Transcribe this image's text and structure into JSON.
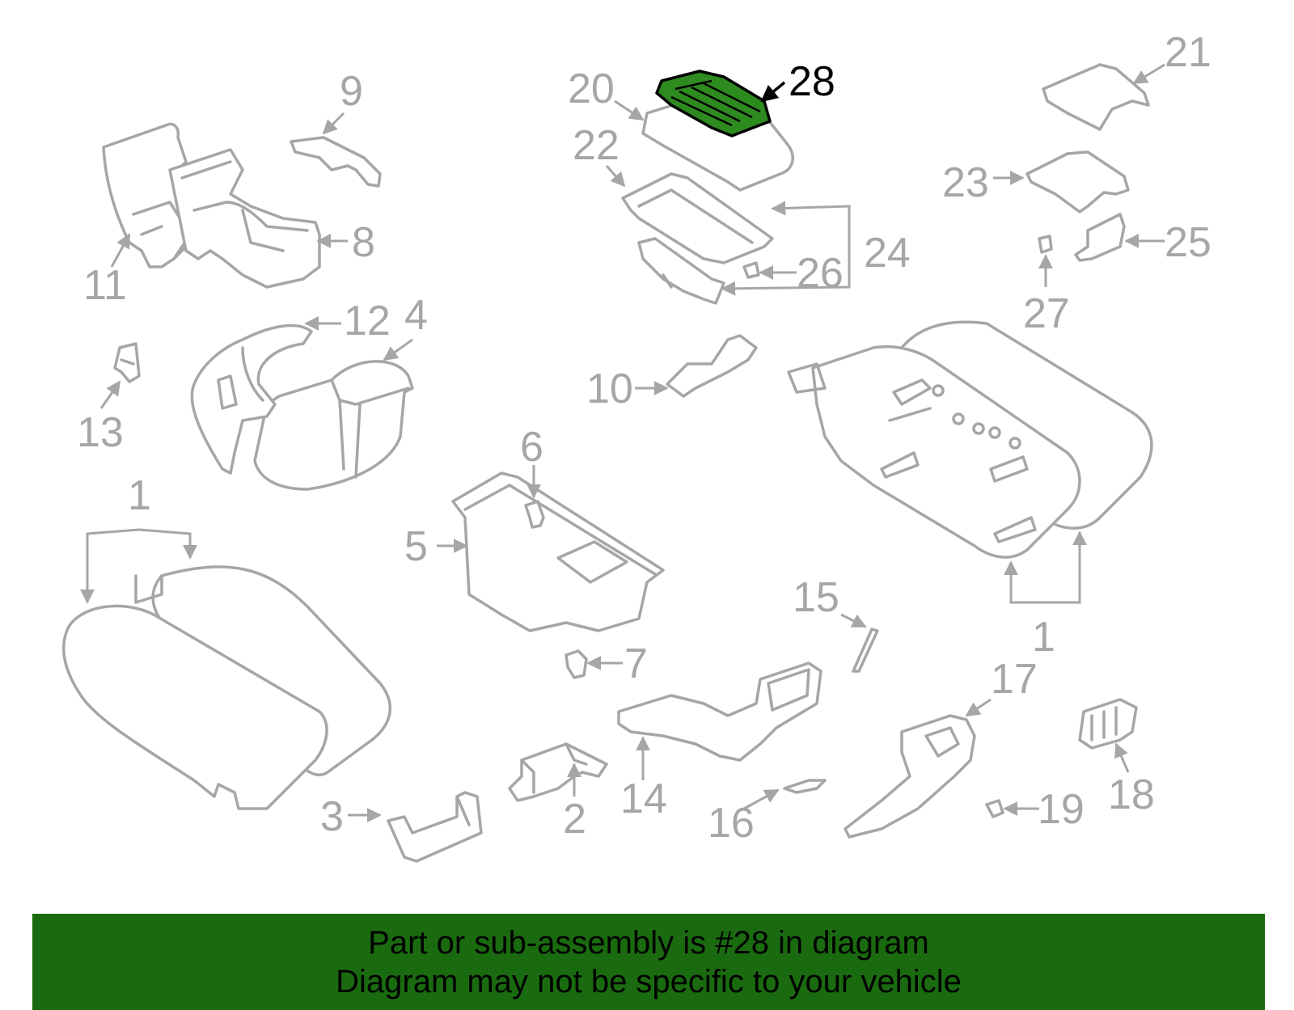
{
  "diagram": {
    "highlight_color": "#2e8b1f",
    "callouts": [
      {
        "id": "c1a",
        "label": "1"
      },
      {
        "id": "c1b",
        "label": "1"
      },
      {
        "id": "c2",
        "label": "2"
      },
      {
        "id": "c3",
        "label": "3"
      },
      {
        "id": "c4",
        "label": "4"
      },
      {
        "id": "c5",
        "label": "5"
      },
      {
        "id": "c6",
        "label": "6"
      },
      {
        "id": "c7",
        "label": "7"
      },
      {
        "id": "c8",
        "label": "8"
      },
      {
        "id": "c9",
        "label": "9"
      },
      {
        "id": "c10",
        "label": "10"
      },
      {
        "id": "c11",
        "label": "11"
      },
      {
        "id": "c12",
        "label": "12"
      },
      {
        "id": "c13",
        "label": "13"
      },
      {
        "id": "c14",
        "label": "14"
      },
      {
        "id": "c15",
        "label": "15"
      },
      {
        "id": "c16",
        "label": "16"
      },
      {
        "id": "c17",
        "label": "17"
      },
      {
        "id": "c18",
        "label": "18"
      },
      {
        "id": "c19",
        "label": "19"
      },
      {
        "id": "c20",
        "label": "20"
      },
      {
        "id": "c21",
        "label": "21"
      },
      {
        "id": "c22",
        "label": "22"
      },
      {
        "id": "c23",
        "label": "23"
      },
      {
        "id": "c24",
        "label": "24"
      },
      {
        "id": "c25",
        "label": "25"
      },
      {
        "id": "c26",
        "label": "26"
      },
      {
        "id": "c27",
        "label": "27"
      },
      {
        "id": "c28",
        "label": "28",
        "highlighted": true
      }
    ]
  },
  "banner": {
    "background": "#1a6b0f",
    "line1": "Part or sub-assembly is #28 in diagram",
    "line2": "Diagram may not be specific to your vehicle"
  }
}
